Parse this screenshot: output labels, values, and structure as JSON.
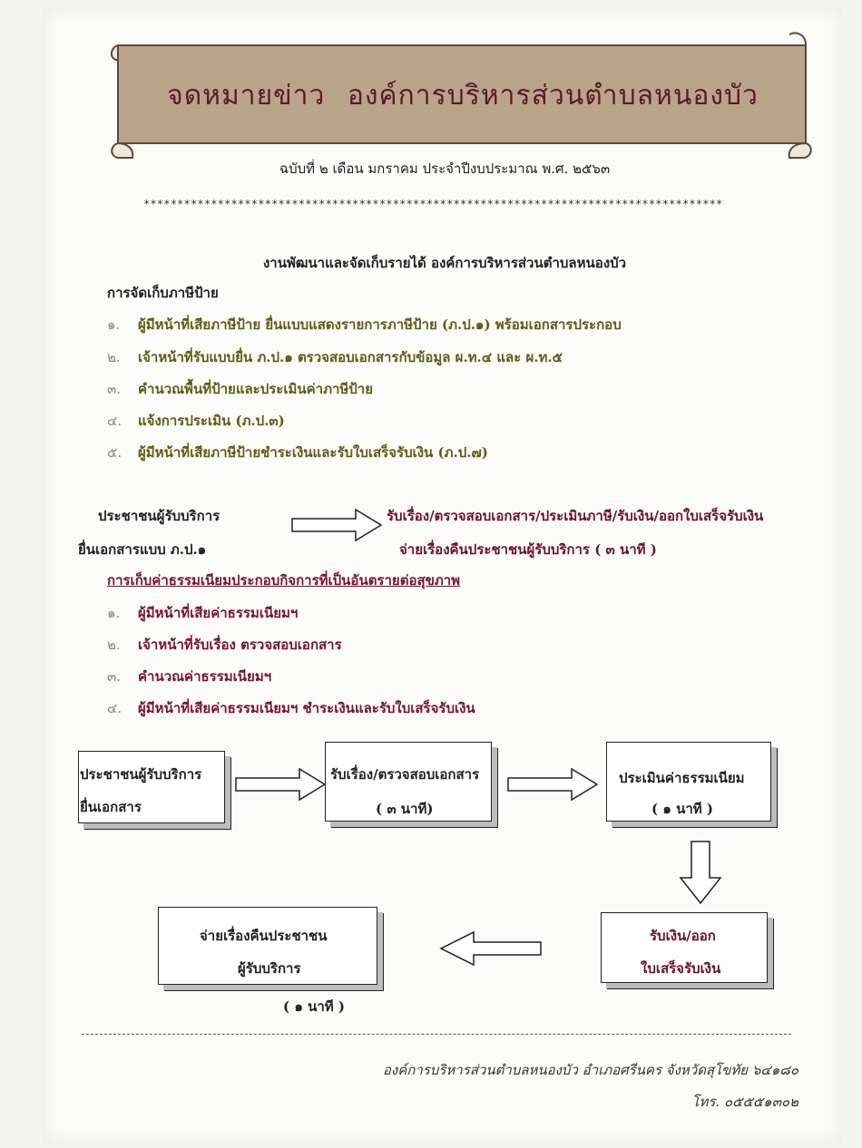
{
  "banner": {
    "title": "จดหมายข่าว    องค์การบริหารส่วนตำบลหนองบัว",
    "fill_color": "#b9a48a"
  },
  "issue_line": "ฉบับที่ ๒ เดือน มกราคม ประจำปีงบประมาณ พ.ศ. ๒๕๖๓",
  "divider_stars": "****************************************************************************************",
  "section_title": "งานพัฒนาและจัดเก็บรายได้ องค์การบริหารส่วนตำบลหนองบัว",
  "sign_tax": {
    "heading": "การจัดเก็บภาษีป้าย",
    "steps": [
      {
        "num": "๑.",
        "text": "ผู้มีหน้าที่เสียภาษีป้าย ยื่นแบบแสดงรายการภาษีป้าย (ภ.ป.๑) พร้อมเอกสารประกอบ"
      },
      {
        "num": "๒.",
        "text": "เจ้าหน้าที่รับแบบยื่น ภ.ป.๑ ตรวจสอบเอกสารกับข้อมูล ผ.ท.๔ และ ผ.ท.๕"
      },
      {
        "num": "๓.",
        "text": "คำนวณพื้นที่ป้ายและประเมินค่าภาษีป้าย"
      },
      {
        "num": "๔.",
        "text": "แจ้งการประเมิน (ภ.ป.๓)"
      },
      {
        "num": "๕.",
        "text": "ผู้มีหน้าที่เสียภาษีป้ายชำระเงินและรับใบเสร็จรับเงิน (ภ.ป.๗)"
      }
    ],
    "flow": {
      "left_line1": "ประชาชนผู้รับบริการ",
      "left_line2": "ยื่นเอกสารแบบ ภ.ป.๑",
      "right_line1": "รับเรื่อง/ตรวจสอบเอกสาร/ประเมินภาษี/รับเงิน/ออกใบเสร็จรับเงิน",
      "right_line2": "จ่ายเรื่องคืนประชาชนผู้รับบริการ ( ๓ นาที )"
    }
  },
  "health_fee": {
    "heading": "การเก็บค่าธรรมเนียมประกอบกิจการที่เป็นอันตรายต่อสุขภาพ",
    "steps": [
      {
        "num": "๑.",
        "text": "ผู้มีหน้าที่เสียค่าธรรมเนียมฯ"
      },
      {
        "num": "๒.",
        "text": "เจ้าหน้าที่รับเรื่อง ตรวจสอบเอกสาร"
      },
      {
        "num": "๓.",
        "text": "คำนวณค่าธรรมเนียมฯ"
      },
      {
        "num": "๔.",
        "text": "ผู้มีหน้าที่เสียค่าธรรมเนียมฯ ชำระเงินและรับใบเสร็จรับเงิน"
      }
    ],
    "boxes": {
      "b1_line1": "ประชาชนผู้รับบริการ",
      "b1_line2": "ยื่นเอกสาร",
      "b2_line1": "รับเรื่อง/ตรวจสอบเอกสาร",
      "b2_line2": "( ๓ นาที)",
      "b3_line1": "ประเมินค่าธรรมเนียม",
      "b3_line2": "( ๑ นาที )",
      "b4_line1": "รับเงิน/ออก",
      "b4_line2": "ใบเสร็จรับเงิน",
      "b5_line1": "จ่ายเรื่องคืนประชาชน",
      "b5_line2": "ผู้รับบริการ",
      "b5_time": "( ๑ นาที )"
    }
  },
  "footer": {
    "address": "องค์การบริหารส่วนตำบลหนองบัว อำเภอศรีนคร  จังหวัดสุโขทัย ๖๔๑๘๐",
    "tel": "โทร. ๐๕๕๕๑๓๐๒"
  }
}
